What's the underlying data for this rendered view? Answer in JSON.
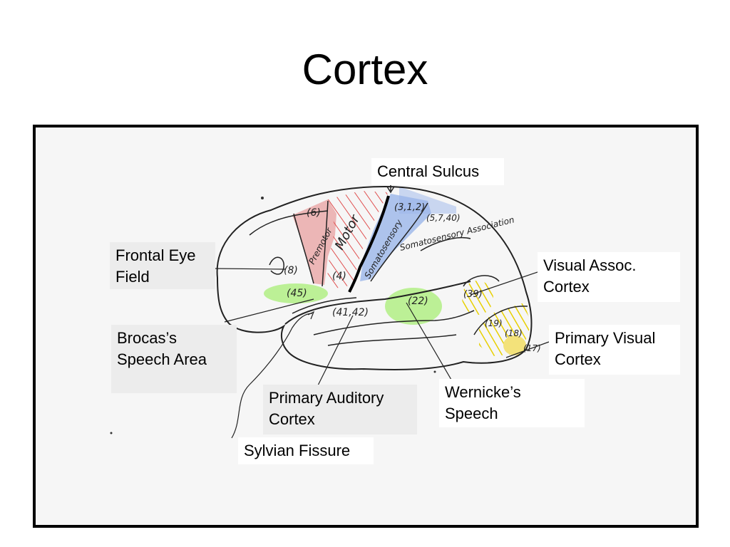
{
  "slide": {
    "title": "Cortex"
  },
  "labels": {
    "central_sulcus": "Central Sulcus",
    "frontal_eye_field": "Frontal Eye\nField",
    "visual_assoc_cortex": "Visual Assoc.\nCortex",
    "brocas_speech_area": "Brocas’s\nSpeech Area",
    "primary_visual_cortex": "Primary Visual\nCortex",
    "wernickes_speech": "Wernicke’s\nSpeech",
    "primary_auditory_cortex": "Primary Auditory\nCortex",
    "sylvian_fissure": "Sylvian Fissure"
  },
  "handwritten": {
    "area_6": "(6)",
    "area_8": "(8)",
    "area_4": "(4)",
    "area_45": "(45)",
    "area_41_42": "(41,42)",
    "area_22": "(22)",
    "area_3_1_2": "(3,1,2)",
    "area_5_7_40": "(5,7,40)",
    "area_39": "(39)",
    "area_19": "(19)",
    "area_18": "(18)",
    "area_17": "(17)",
    "premotor": "Premotor",
    "motor": "Motor",
    "somatosensory": "Somatosensory",
    "somatosensory_association": "Somatosensory Association"
  },
  "colors": {
    "premotor_fill": "#e8a0a0",
    "motor_hatch": "#e05050",
    "somatosensory_fill": "#9bb6ea",
    "broca_wernicke_fill": "#b6f08c",
    "visual_fill": "#f3e27a",
    "visual_hatch": "#e8d000"
  }
}
